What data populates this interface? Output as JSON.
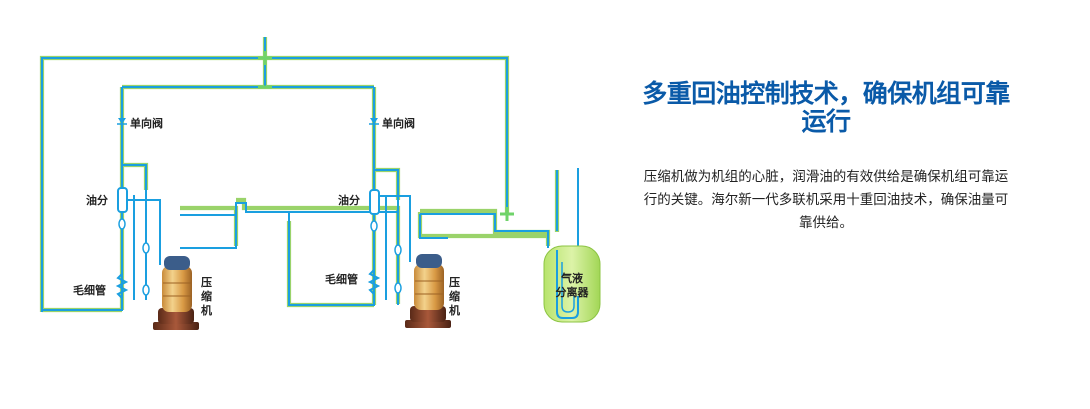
{
  "diagram": {
    "check_valve_label": "单向阀",
    "oil_separator_label": "油分",
    "capillary_label": "毛细管",
    "compressor_label": "压缩机",
    "gas_liquid_separator_label": "气液分离器"
  },
  "headline": "多重回油控制技术，确保机组可靠运行",
  "body": "压缩机做为机组的心脏，润滑油的有效供给是确保机组可靠运行的关键。海尔新一代多联机采用十重回油技术，确保油量可靠供给。",
  "colors": {
    "pipe_blue": "#1a9fe0",
    "pipe_green": "#9ad36a",
    "headline_blue": "#0a5aa8",
    "separator_green": "#a8dc5a"
  }
}
